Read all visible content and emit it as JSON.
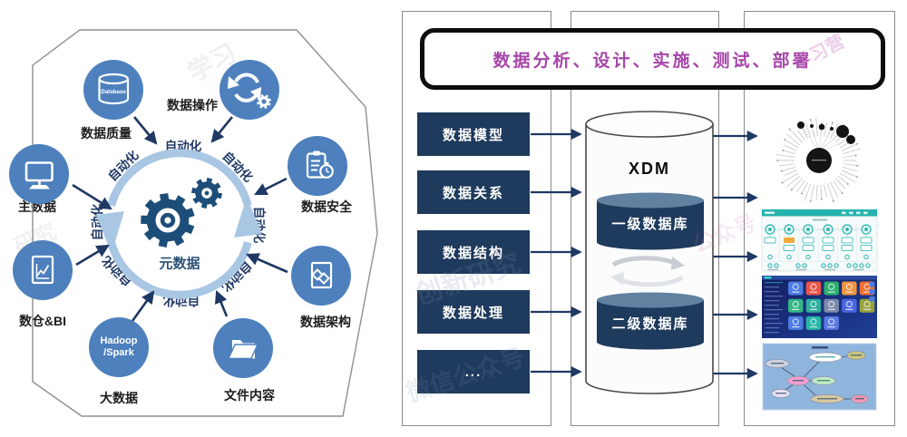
{
  "left_diagram": {
    "center_label": "元数据",
    "automation_label": "自动化",
    "nodes": [
      {
        "label": "数据质量",
        "icon": "database-icon",
        "icon_text": "Database"
      },
      {
        "label": "数据操作",
        "icon": "sync-gear-icon"
      },
      {
        "label": "主数据",
        "icon": "monitor-icon"
      },
      {
        "label": "数据安全",
        "icon": "clipboard-timer-icon"
      },
      {
        "label": "数仓&BI",
        "icon": "chart-document-icon"
      },
      {
        "label": "大数据",
        "icon": "text-circle",
        "circle_line1": "Hadoop",
        "circle_line2": "/Spark"
      },
      {
        "label": "文件内容",
        "icon": "folder-icon"
      },
      {
        "label": "数据架构",
        "icon": "diamond-document-icon"
      }
    ]
  },
  "banner": {
    "label": "数据分析、设计、实施、测试、部署"
  },
  "pipeline": {
    "inputs": [
      {
        "label": "数据模型"
      },
      {
        "label": "数据关系"
      },
      {
        "label": "数据结构"
      },
      {
        "label": "数据处理"
      },
      {
        "label": "..."
      }
    ],
    "store": {
      "title": "XDM",
      "db1": "一级数据库",
      "db2": "二级数据库"
    },
    "outputs": [
      "radial-network-graph",
      "workflow-screenshot",
      "dashboard-screenshot",
      "lineage-graph"
    ]
  },
  "colors": {
    "node_blue": "#4d80bd",
    "navy": "#1e3a5c",
    "arrow_navy": "#1f3864",
    "ring_blue": "#a9c6e3",
    "banner_text": "#a546a8",
    "workflow_teal": "#26b3ae",
    "dashboard_bg": "#15246e",
    "lineage_bg": "#8fb5dc"
  },
  "watermarks": [
    "创新研究",
    "微信公众号",
    "学习营",
    "学习",
    "公众号",
    "研究"
  ]
}
